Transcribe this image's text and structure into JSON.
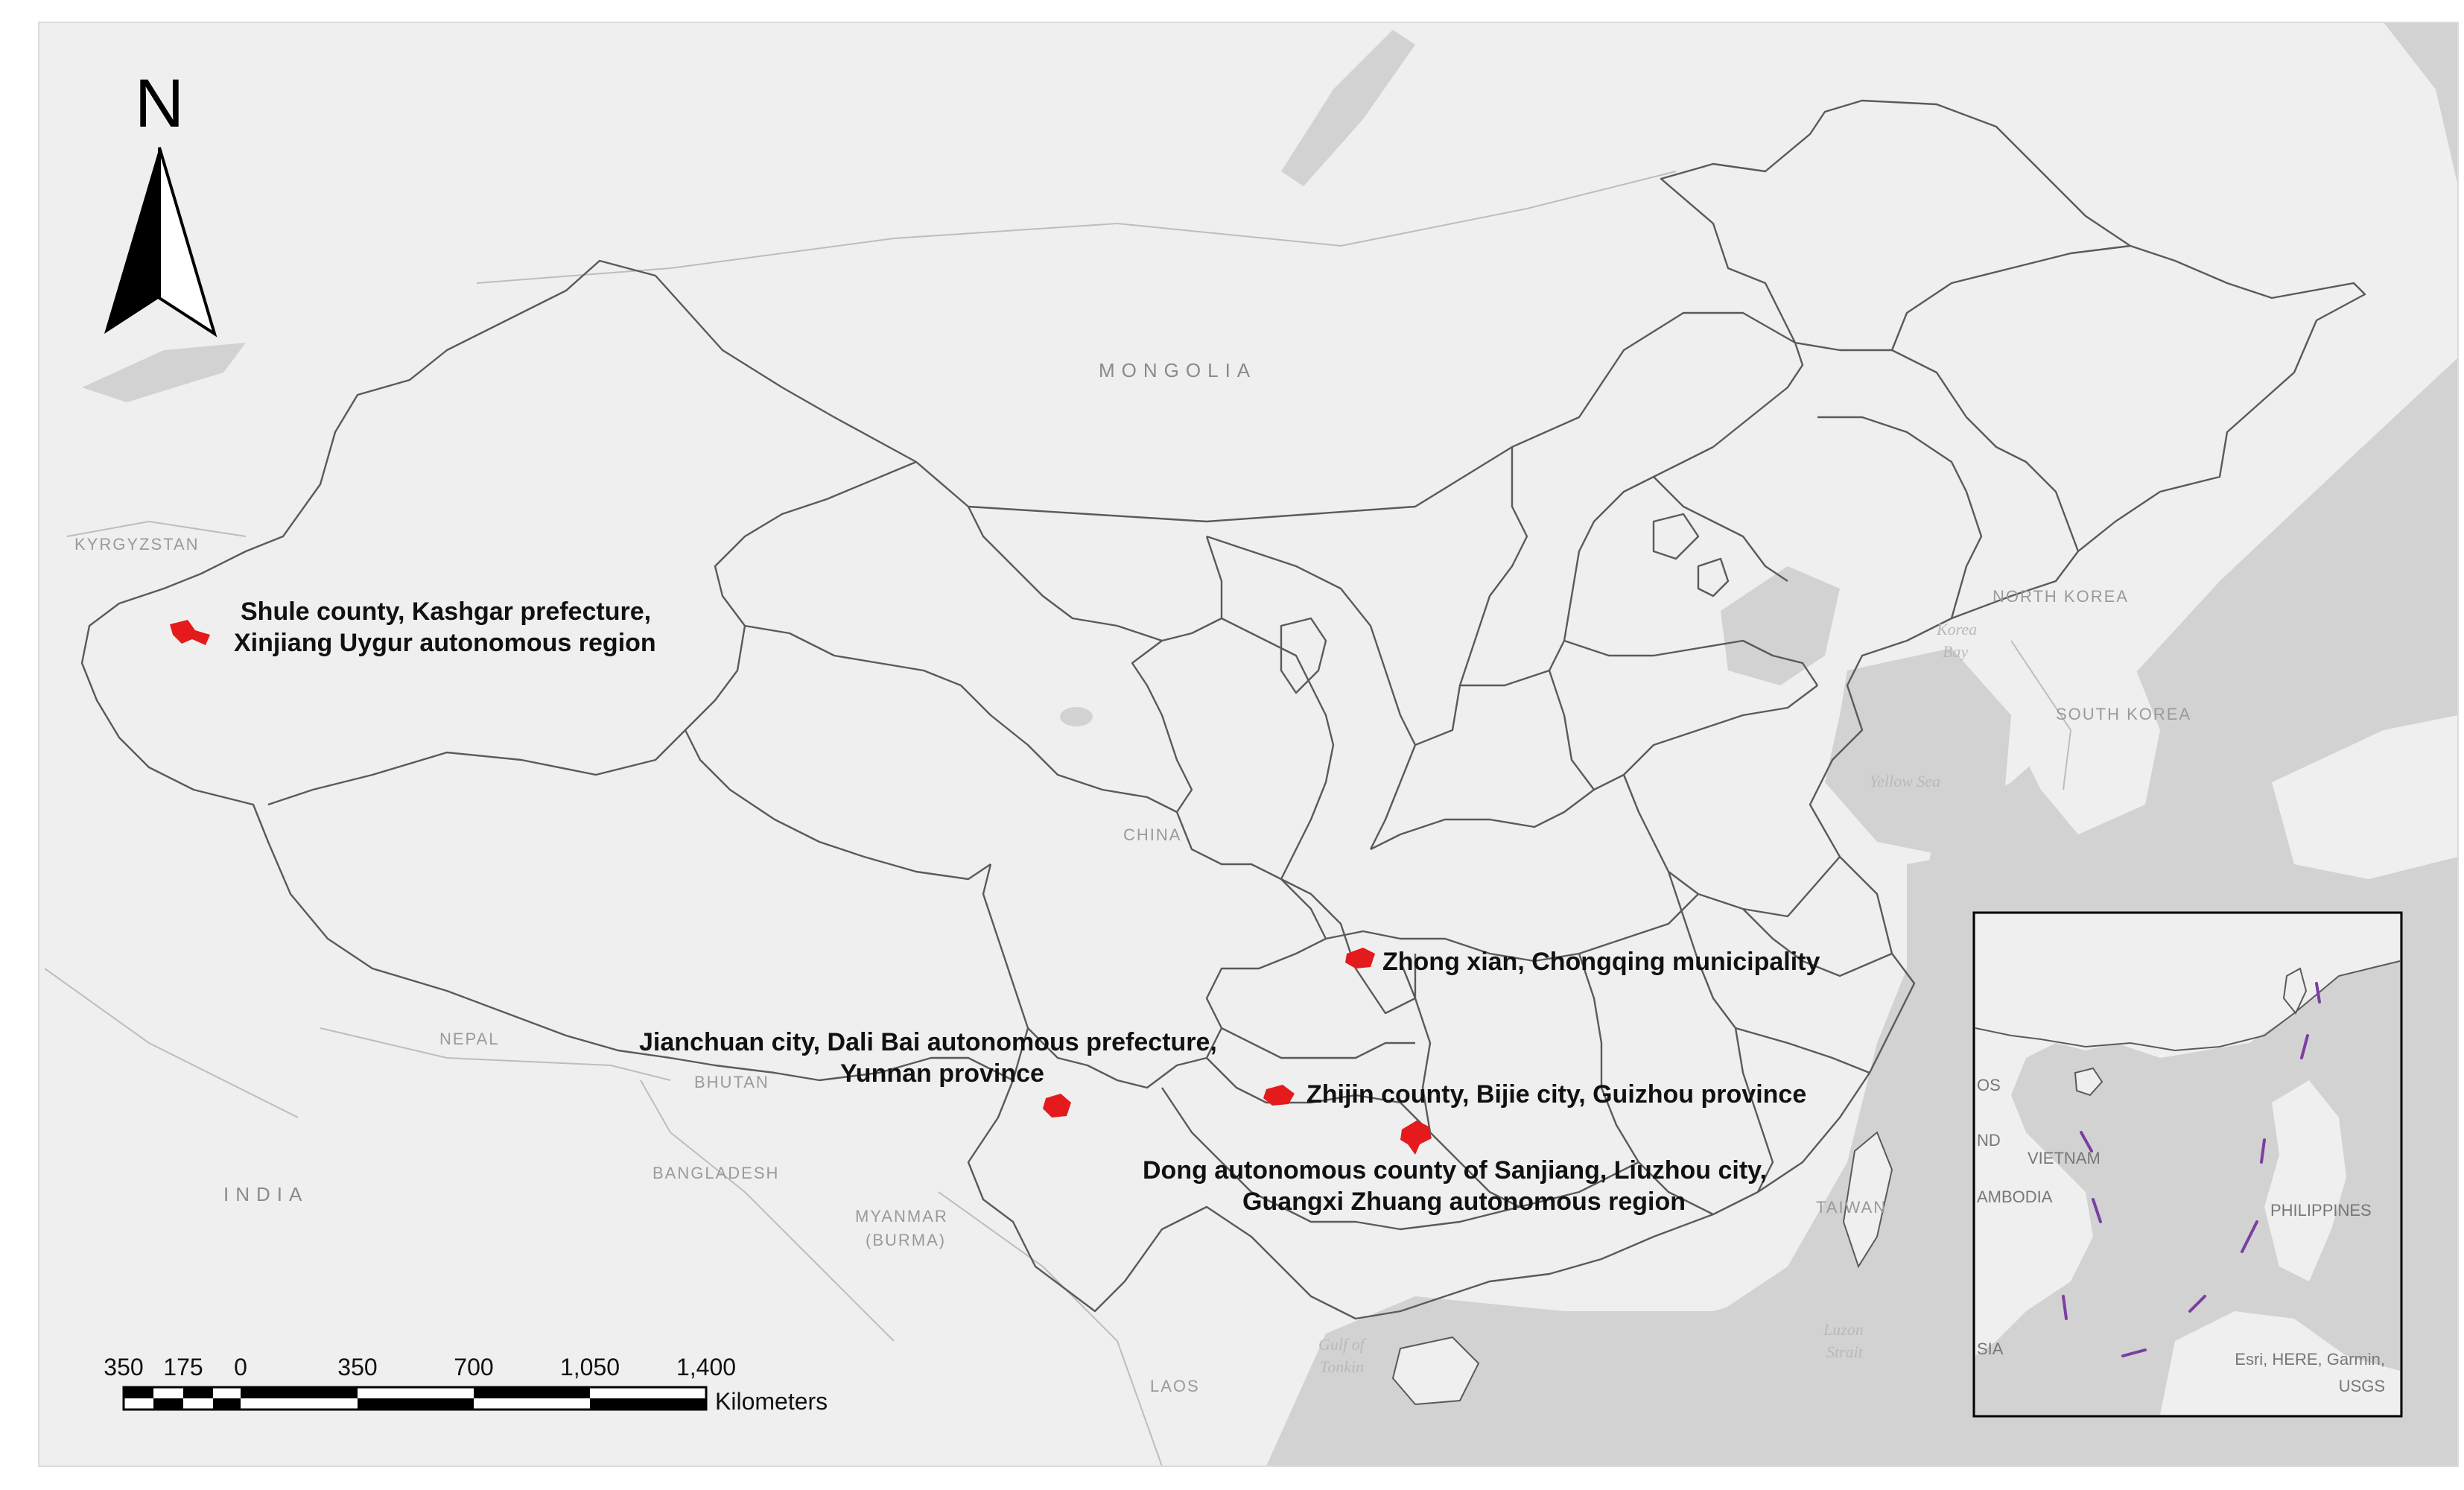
{
  "map": {
    "north_arrow_label": "N",
    "country_labels": [
      {
        "key": "mongolia",
        "text": "MONGOLIA"
      },
      {
        "key": "kyrgyzstan",
        "text": "KYRGYZSTAN"
      },
      {
        "key": "north_korea",
        "text": "NORTH KOREA"
      },
      {
        "key": "south_korea",
        "text": "SOUTH KOREA"
      },
      {
        "key": "nepal",
        "text": "NEPAL"
      },
      {
        "key": "bhutan",
        "text": "BHUTAN"
      },
      {
        "key": "india",
        "text": "INDIA"
      },
      {
        "key": "bangladesh",
        "text": "BANGLADESH"
      },
      {
        "key": "myanmar",
        "text": "MYANMAR"
      },
      {
        "key": "burma",
        "text": "(BURMA)"
      },
      {
        "key": "laos",
        "text": "LAOS"
      },
      {
        "key": "taiwan",
        "text": "TAIWAN"
      },
      {
        "key": "china",
        "text": "CHINA"
      }
    ],
    "sea_labels": [
      {
        "key": "yellow_sea",
        "text": "Yellow Sea"
      },
      {
        "key": "korea_bay_1",
        "text": "Korea"
      },
      {
        "key": "korea_bay_2",
        "text": "Bay"
      },
      {
        "key": "gulf_of_tonkin_1",
        "text": "Gulf of"
      },
      {
        "key": "gulf_of_tonkin_2",
        "text": "Tonkin"
      },
      {
        "key": "luzon_strait_1",
        "text": "Luzon"
      },
      {
        "key": "luzon_strait_2",
        "text": "Strait"
      }
    ],
    "sites": [
      {
        "key": "shule",
        "lines": [
          "Shule county, Kashgar prefecture,",
          "Xinjiang Uygur autonomous region"
        ],
        "marker_color": "#e41a1c"
      },
      {
        "key": "zhong_xian",
        "lines": [
          "Zhong xian, Chongqing  municipality"
        ],
        "marker_color": "#e41a1c"
      },
      {
        "key": "jianchuan",
        "lines": [
          "Jianchuan city, Dali Bai autonomous prefecture,",
          "Yunnan province"
        ],
        "marker_color": "#e41a1c"
      },
      {
        "key": "zhijin",
        "lines": [
          "Zhijin county, Bijie city, Guizhou province"
        ],
        "marker_color": "#e41a1c"
      },
      {
        "key": "sanjiang",
        "lines": [
          "Dong autonomous county of Sanjiang, Liuzhou city,",
          "Guangxi Zhuang autonomous region"
        ],
        "marker_color": "#e41a1c"
      }
    ],
    "scale_bar": {
      "ticks": [
        "350",
        "175",
        "0",
        "350",
        "700",
        "1,050",
        "1,400"
      ],
      "unit": "Kilometers"
    },
    "inset": {
      "labels": [
        {
          "key": "vietnam",
          "text": "VIETNAM"
        },
        {
          "key": "cambodia",
          "text": "AMBODIA"
        },
        {
          "key": "philippines",
          "text": "PHILIPPINES"
        },
        {
          "key": "nd",
          "text": "ND"
        },
        {
          "key": "sia",
          "text": "SIA"
        },
        {
          "key": "os",
          "text": "OS"
        }
      ],
      "attribution_lines": [
        "Esri, HERE, Garmin,",
        "USGS"
      ]
    },
    "colors": {
      "land": "#efefef",
      "sea": "#d2d2d2",
      "province_border": "#5a5a5a",
      "country_border": "#bdbdbd",
      "site_marker": "#e41a1c",
      "nine_dash_line": "#7a3fa0"
    }
  }
}
